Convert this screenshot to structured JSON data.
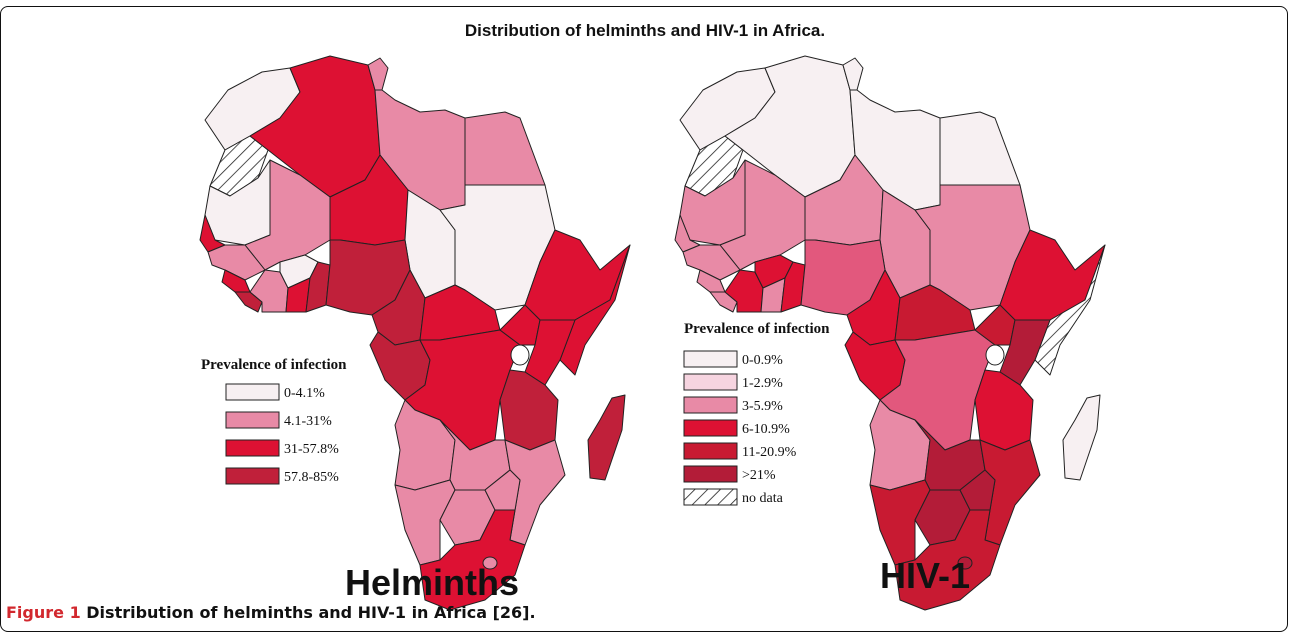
{
  "figure": {
    "title": "Distribution of helminths and HIV-1 in Africa.",
    "caption_label": "Figure 1",
    "caption_text": " Distribution of helminths and HIV-1 in Africa [26]."
  },
  "maps": [
    {
      "name": "Helminths",
      "legend_title": "Prevalence of infection",
      "legend": [
        {
          "label": "0-4.1%",
          "color": "#f7f0f2"
        },
        {
          "label": "4.1-31%",
          "color": "#e88aa6"
        },
        {
          "label": "31-57.8%",
          "color": "#dd1133"
        },
        {
          "label": "57.8-85%",
          "color": "#c0203a"
        }
      ]
    },
    {
      "name": "HIV-1",
      "legend_title": "Prevalence of infection",
      "legend": [
        {
          "label": "0-0.9%",
          "color": "#f7f0f2"
        },
        {
          "label": "1-2.9%",
          "color": "#f6d4e0"
        },
        {
          "label": "3-5.9%",
          "color": "#e88aa6"
        },
        {
          "label": "6-10.9%",
          "color": "#dd1133"
        },
        {
          "label": "11-20.9%",
          "color": "#c81a32"
        },
        {
          "label": ">21%",
          "color": "#b31c38"
        },
        {
          "label": "no data",
          "color": "hatch"
        }
      ]
    }
  ]
}
